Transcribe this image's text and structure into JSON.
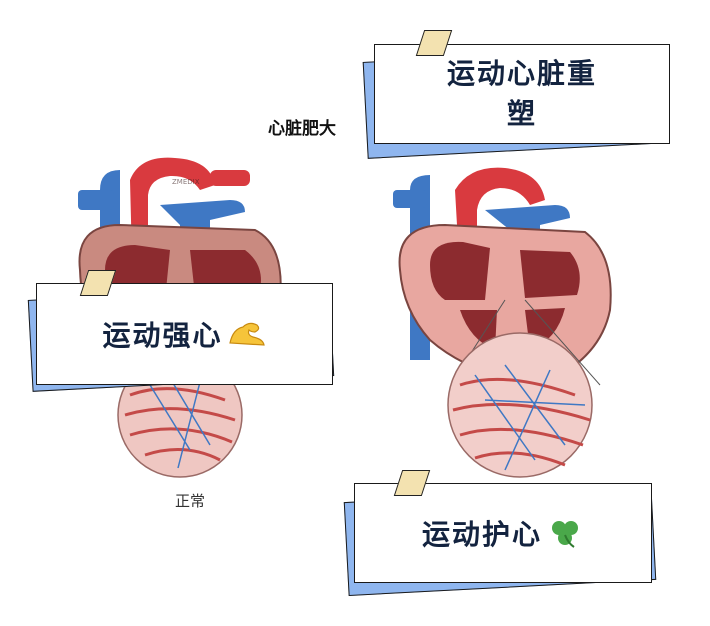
{
  "figure": {
    "top_heading": "心脏肥大",
    "left_caption": "正常",
    "watermark": "ZMEDIX"
  },
  "notes": {
    "remodel": {
      "text_line1": "运动心脏重",
      "text_line2": "塑"
    },
    "strong": {
      "text": "运动强心",
      "emoji_icon": "flexed-biceps-icon"
    },
    "protect": {
      "text": "运动护心",
      "emoji_icon": "shamrock-icon"
    }
  },
  "colors": {
    "note_back": "#8fb6ef",
    "tape": "#f3e2b0",
    "artery_red": "#d93a3f",
    "vein_blue": "#3f78c4",
    "muscle": "#c98a80",
    "chamber": "#8c2b2f"
  }
}
